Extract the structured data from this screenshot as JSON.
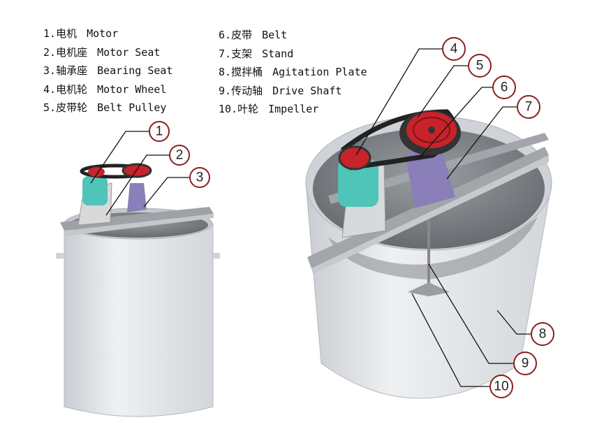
{
  "legend_left": [
    {
      "num": "1.",
      "cn": "电机",
      "en": "Motor"
    },
    {
      "num": "2.",
      "cn": "电机座",
      "en": "Motor Seat"
    },
    {
      "num": "3.",
      "cn": "轴承座",
      "en": "Bearing Seat"
    },
    {
      "num": "4.",
      "cn": "电机轮",
      "en": "Motor Wheel"
    },
    {
      "num": "5.",
      "cn": "皮带轮",
      "en": "Belt Pulley"
    }
  ],
  "legend_right": [
    {
      "num": "6.",
      "cn": "皮带",
      "en": "Belt"
    },
    {
      "num": "7.",
      "cn": "支架",
      "en": "Stand"
    },
    {
      "num": "8.",
      "cn": "搅拌桶",
      "en": "Agitation Plate"
    },
    {
      "num": "9.",
      "cn": "传动轴",
      "en": "Drive Shaft"
    },
    {
      "num": "10.",
      "cn": "叶轮",
      "en": "Impeller"
    }
  ],
  "callouts": {
    "c1": "1",
    "c2": "2",
    "c3": "3",
    "c4": "4",
    "c5": "5",
    "c6": "6",
    "c7": "7",
    "c8": "8",
    "c9": "9",
    "c10": "10"
  },
  "colors": {
    "callout": "#8b1f1f",
    "motor": "#4fc4b8",
    "pulley": "#c8232a",
    "stand": "#8a7fb8",
    "tank": "#e4e6e9"
  }
}
